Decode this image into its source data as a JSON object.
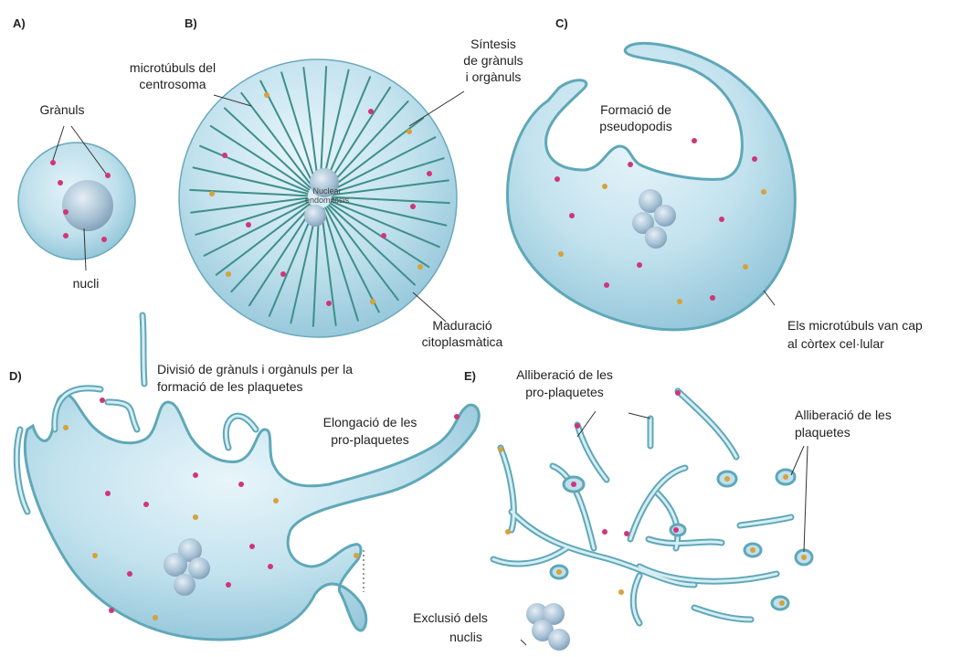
{
  "panels": {
    "a": {
      "letter": "A)",
      "granuls": "Grànuls",
      "nucli": "nucli"
    },
    "b": {
      "letter": "B)",
      "microtubuls_l1": "microtúbuls del",
      "microtubuls_l2": "centrosoma",
      "sintesi_l1": "Síntesis",
      "sintesi_l2": "de grànuls",
      "sintesi_l3": "i orgànuls",
      "nuclear_l1": "Nuclear",
      "nuclear_l2": "endomitosis",
      "maduracio_l1": "Maduració",
      "maduracio_l2": "citoplasmàtica"
    },
    "c": {
      "letter": "C)",
      "formacio_l1": "Formació de",
      "formacio_l2": "pseudopodis",
      "cortex_l1": "Els microtúbuls van cap",
      "cortex_l2": "al còrtex cel·lular"
    },
    "d": {
      "letter": "D)",
      "divisio_l1": "Divisió de grànuls i orgànuls per la",
      "divisio_l2": "formació de les plaquetes",
      "elongacio_l1": "Elongació de les",
      "elongacio_l2": "pro-plaquetes"
    },
    "e": {
      "letter": "E)",
      "alliberacio_pro_l1": "Alliberació de les",
      "alliberacio_pro_l2": "pro-plaquetes",
      "alliberacio_plaq_l1": "Alliberació de les",
      "alliberacio_plaq_l2": "plaquetes",
      "exclusio_l1": "Exclusió dels",
      "exclusio_l2": "nuclis"
    }
  },
  "colors": {
    "cell_fill": "#bfe0ec",
    "cell_edge": "#5fa8b8",
    "nucleus": "#a9c3d6",
    "granule_pink": "#d0357a",
    "granule_gold": "#d6a23a",
    "microtubule": "#3f8f8a"
  }
}
